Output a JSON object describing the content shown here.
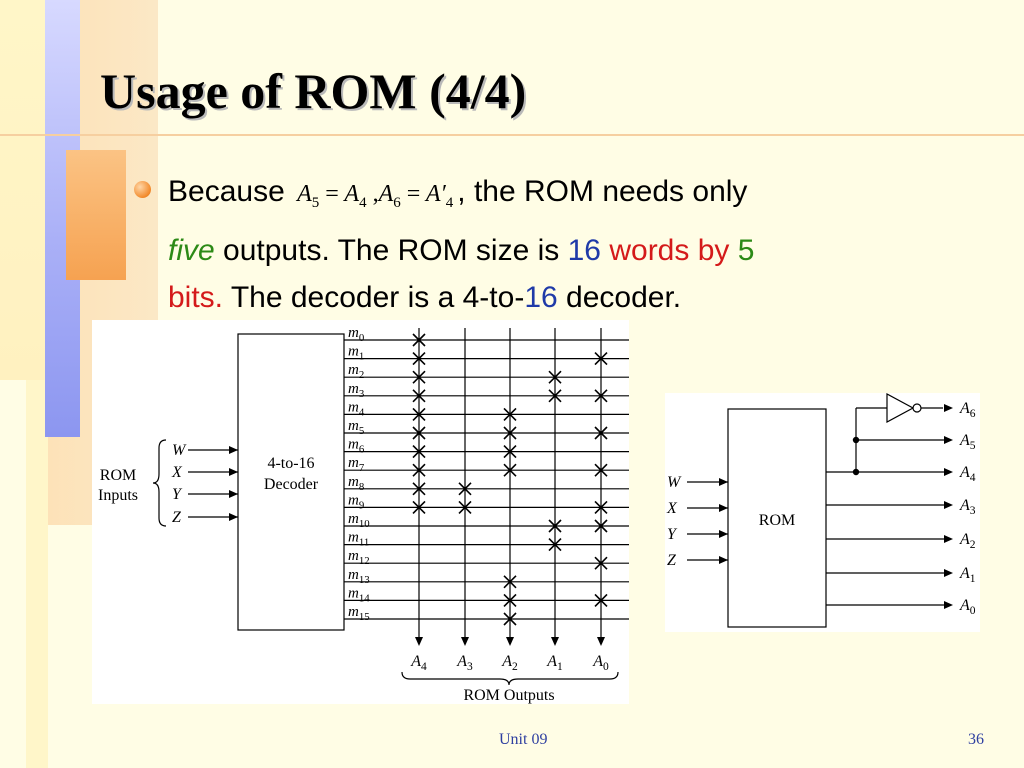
{
  "slide": {
    "title": "Usage of ROM (4/4)",
    "bullet": {
      "because": "Because",
      "eq": {
        "a5": "A",
        "a5_sub": "5",
        "eq1": "=",
        "a4": "A",
        "a4_sub": "4",
        "comma": ",",
        "a6": "A",
        "a6_sub": "6",
        "eq2": "=",
        "a4p": "A′",
        "a4p_sub": "4"
      },
      "t1": ", the ROM needs only",
      "five": "five",
      "t2": "outputs. The ROM size is",
      "n16": "16",
      "words_by": "words by",
      "n5": "5",
      "bits": "bits.",
      "t3": "The decoder is a 4-to-",
      "n16b": "16",
      "t4": "decoder."
    },
    "footer": {
      "unit": "Unit 09",
      "page": "36"
    }
  },
  "diagram_left": {
    "inputs_label_1": "ROM",
    "inputs_label_2": "Inputs",
    "inputs": [
      "W",
      "X",
      "Y",
      "Z"
    ],
    "decoder_label_1": "4-to-16",
    "decoder_label_2": "Decoder",
    "minterms": [
      "0",
      "1",
      "2",
      "3",
      "4",
      "5",
      "6",
      "7",
      "8",
      "9",
      "10",
      "11",
      "12",
      "13",
      "14",
      "15"
    ],
    "outputs": [
      {
        "letter": "A",
        "sub": "4"
      },
      {
        "letter": "A",
        "sub": "3"
      },
      {
        "letter": "A",
        "sub": "2"
      },
      {
        "letter": "A",
        "sub": "1"
      },
      {
        "letter": "A",
        "sub": "0"
      }
    ],
    "outputs_caption": "ROM Outputs",
    "connections": [
      [
        0,
        0
      ],
      [
        1,
        0
      ],
      [
        2,
        0
      ],
      [
        3,
        0
      ],
      [
        4,
        0
      ],
      [
        5,
        0
      ],
      [
        6,
        0
      ],
      [
        7,
        0
      ],
      [
        8,
        0
      ],
      [
        9,
        0
      ],
      [
        8,
        1
      ],
      [
        9,
        1
      ],
      [
        4,
        2
      ],
      [
        5,
        2
      ],
      [
        6,
        2
      ],
      [
        7,
        2
      ],
      [
        13,
        2
      ],
      [
        14,
        2
      ],
      [
        15,
        2
      ],
      [
        2,
        3
      ],
      [
        3,
        3
      ],
      [
        10,
        3
      ],
      [
        11,
        3
      ],
      [
        1,
        4
      ],
      [
        3,
        4
      ],
      [
        5,
        4
      ],
      [
        7,
        4
      ],
      [
        9,
        4
      ],
      [
        10,
        4
      ],
      [
        12,
        4
      ],
      [
        14,
        4
      ]
    ]
  },
  "diagram_right": {
    "inputs": [
      "W",
      "X",
      "Y",
      "Z"
    ],
    "rom_label": "ROM",
    "outputs": [
      {
        "letter": "A",
        "sub": "6"
      },
      {
        "letter": "A",
        "sub": "5"
      },
      {
        "letter": "A",
        "sub": "4"
      },
      {
        "letter": "A",
        "sub": "3"
      },
      {
        "letter": "A",
        "sub": "2"
      },
      {
        "letter": "A",
        "sub": "1"
      },
      {
        "letter": "A",
        "sub": "0"
      }
    ]
  },
  "colors": {
    "background": "#fffde5",
    "accent_orange": "#f9b46e",
    "accent_blue": "#8c96f0",
    "blue_text": "#1f3aa8",
    "red_text": "#d41a1a",
    "green_text": "#2c8a16"
  }
}
